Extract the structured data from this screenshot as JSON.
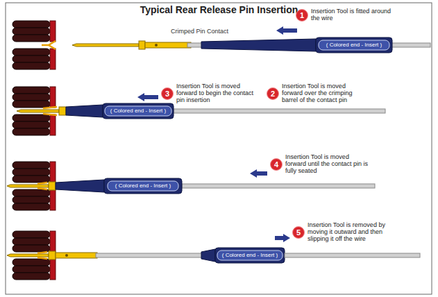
{
  "diagram": {
    "title": "Typical Rear Release Pin Insertion",
    "nodes": [
      {
        "text": [
          "1",
          "Insertion Tool is fitted around the wire"
        ]
      },
      {
        "text": [
          "2",
          "Insertion Tool is moved forward over the crimping barrel of the contact pin"
        ]
      },
      {
        "text": [
          "3",
          "Insertion Tool is moved forward to begin the contact pin insertion"
        ]
      },
      {
        "text": [
          "4",
          "Insertion Tool is moved forward until the contact pin is fully seated"
        ]
      },
      {
        "text": [
          "5",
          "Insertion Tool is removed by moving it outward and then slipping it off the wire"
        ]
      }
    ],
    "labels": [
      "Crimped Pin Contact",
      "( Colored end - Insert )",
      "( Colored end - Insert )",
      "( Colored end - Insert )",
      "( Colored end - Insert )"
    ]
  }
}
